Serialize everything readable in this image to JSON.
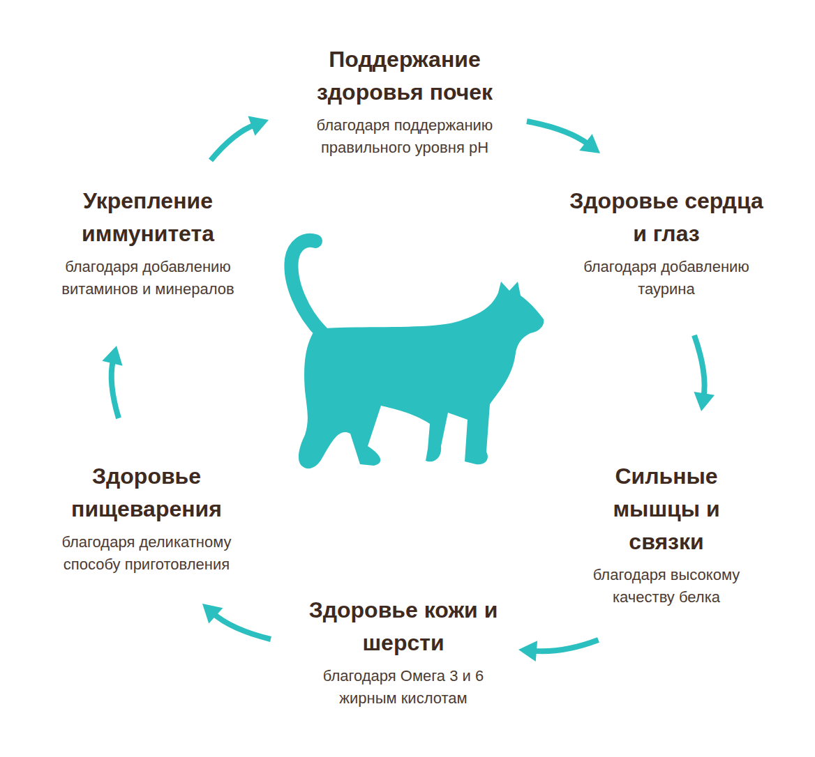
{
  "diagram": {
    "nodes": [
      {
        "text": [
          "Поддержание здоровья почек",
          "благодаря поддержанию правильного уровня pH"
        ]
      },
      {
        "text": [
          "Здоровье сердца и глаз",
          "благодаря добавлению таурина"
        ]
      },
      {
        "text": [
          "Сильные мышцы и связки",
          "благодаря высокому качеству белка"
        ]
      },
      {
        "text": [
          "Здоровье кожи и шерсти",
          "благодаря Омега 3 и 6 жирным кислотам"
        ]
      },
      {
        "text": [
          "Здоровье пищеварения",
          "благодаря деликатному способу приготовления"
        ]
      },
      {
        "text": [
          "Укрепление иммунитета",
          "благодаря добавлению витаминов и минералов"
        ]
      }
    ],
    "edges": [
      {
        "from": 0,
        "to": 1,
        "arrow": "to"
      },
      {
        "from": 1,
        "to": 2,
        "arrow": "to"
      },
      {
        "from": 2,
        "to": 3,
        "arrow": "to"
      },
      {
        "from": 3,
        "to": 4,
        "arrow": "to"
      },
      {
        "from": 4,
        "to": 5,
        "arrow": "to"
      },
      {
        "from": 5,
        "to": 0,
        "arrow": "to"
      }
    ]
  }
}
